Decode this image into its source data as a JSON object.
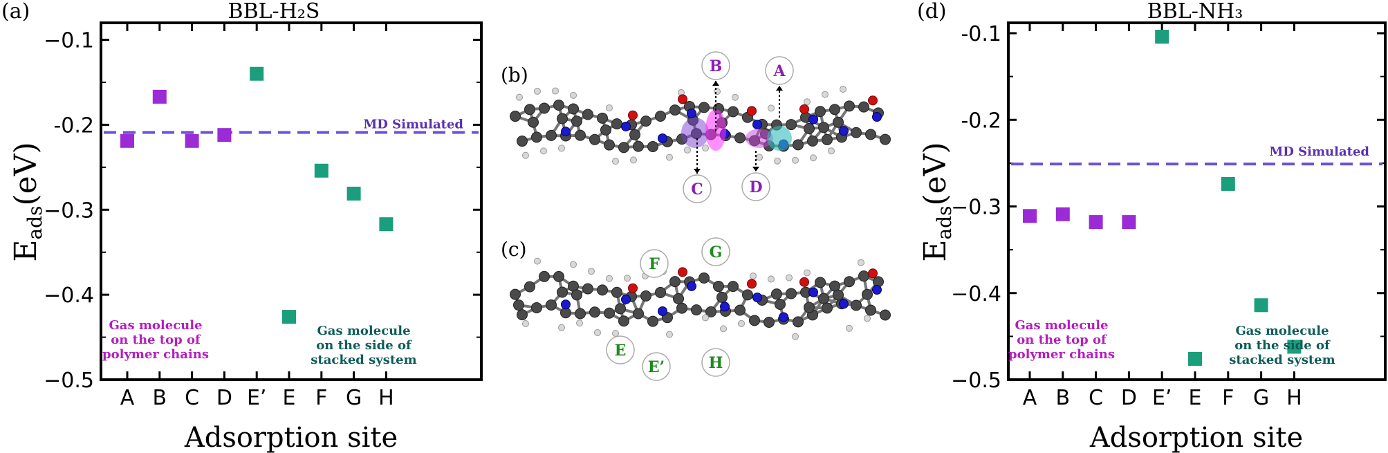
{
  "chart_data": [
    {
      "panel": "(a)",
      "type": "scatter",
      "title": "BBL-H₂S",
      "xlabel": "Adsorption site",
      "ylabel": "E_ads(eV)",
      "ylim": [
        -0.5,
        -0.08
      ],
      "yticks": [
        "−0.1",
        "-0.2",
        "−0.3",
        "−0.4",
        "−0.5"
      ],
      "categories": [
        "A",
        "B",
        "C",
        "D",
        "E’",
        "E",
        "F",
        "G",
        "H"
      ],
      "series": [
        {
          "color": "#9b2bd6",
          "points": [
            {
              "x": "A",
              "y": -0.219
            },
            {
              "x": "B",
              "y": -0.167
            },
            {
              "x": "C",
              "y": -0.219
            },
            {
              "x": "D",
              "y": -0.212
            }
          ]
        },
        {
          "color": "#1a9e7c",
          "points": [
            {
              "x": "E’",
              "y": -0.14
            },
            {
              "x": "E",
              "y": -0.426
            },
            {
              "x": "F",
              "y": -0.254
            },
            {
              "x": "G",
              "y": -0.281
            },
            {
              "x": "H",
              "y": -0.317
            }
          ]
        }
      ],
      "reference_line": {
        "label": "MD Simulated",
        "y": -0.209,
        "color": "#6d50d8"
      },
      "annotations": [
        {
          "text": [
            "Gas molecule",
            "on the top of",
            "polymer chains"
          ],
          "color": "#b51ec0"
        },
        {
          "text": [
            "Gas molecule",
            "on the side of",
            "stacked system"
          ],
          "color": "#0d5c5a"
        }
      ]
    },
    {
      "panel": "(d)",
      "type": "scatter",
      "title": "BBL-NH₃",
      "xlabel": "Adsorption site",
      "ylabel": "E_ads(eV)",
      "ylim": [
        -0.5,
        -0.088
      ],
      "yticks": [
        "-0.1",
        "-0.2",
        "−0.3",
        "−0.4",
        "−0.5"
      ],
      "categories": [
        "A",
        "B",
        "C",
        "D",
        "E’",
        "E",
        "F",
        "G",
        "H"
      ],
      "series": [
        {
          "color": "#9b2bd6",
          "points": [
            {
              "x": "A",
              "y": -0.311
            },
            {
              "x": "B",
              "y": -0.309
            },
            {
              "x": "C",
              "y": -0.318
            },
            {
              "x": "D",
              "y": -0.318
            }
          ]
        },
        {
          "color": "#1a9e7c",
          "points": [
            {
              "x": "E’",
              "y": -0.104
            },
            {
              "x": "E",
              "y": -0.476
            },
            {
              "x": "F",
              "y": -0.274
            },
            {
              "x": "G",
              "y": -0.414
            },
            {
              "x": "H",
              "y": -0.462
            }
          ]
        }
      ],
      "reference_line": {
        "label": "MD Simulated",
        "y": -0.251,
        "color": "#6d50d8"
      },
      "annotations": [
        {
          "text": [
            "Gas molecule",
            "on the top of",
            "polymer chains"
          ],
          "color": "#b51ec0"
        },
        {
          "text": [
            "Gas molecule",
            "on the side of",
            "stacked system"
          ],
          "color": "#0d5c5a"
        }
      ]
    }
  ],
  "structures": {
    "b": {
      "label": "(b)",
      "sites": [
        {
          "label": "B",
          "color": "#8a1fb5"
        },
        {
          "label": "A",
          "color": "#8a1fb5"
        },
        {
          "label": "C",
          "color": "#8a1fb5"
        },
        {
          "label": "D",
          "color": "#8a1fb5"
        }
      ]
    },
    "c": {
      "label": "(c)",
      "sites": [
        {
          "label": "F",
          "color": "#1e8a1e"
        },
        {
          "label": "G",
          "color": "#1e8a1e"
        },
        {
          "label": "E",
          "color": "#1e8a1e"
        },
        {
          "label": "E’",
          "color": "#1e8a1e"
        },
        {
          "label": "H",
          "color": "#1e8a1e"
        }
      ]
    }
  },
  "colors": {
    "axis": "#000000",
    "carbon": "#4a4a4a",
    "hydrogen": "#d8d8d8",
    "oxygen": "#d01010",
    "nitrogen": "#1a1acc"
  }
}
